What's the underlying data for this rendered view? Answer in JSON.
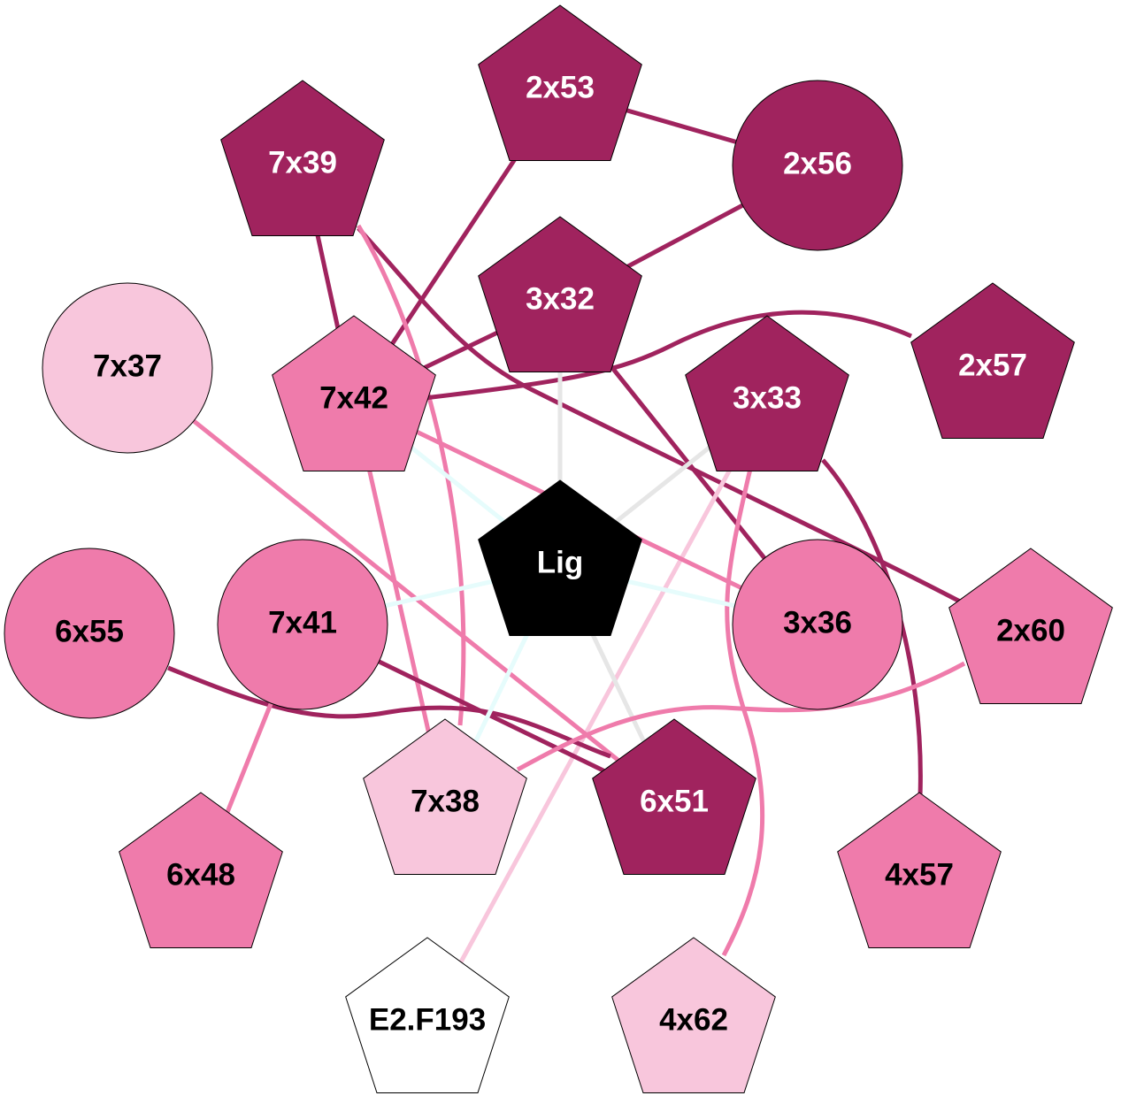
{
  "colors": {
    "dark": "#A0235E",
    "medium": "#EF7BAB",
    "light": "#F8C6DC",
    "white": "#FFFFFF",
    "ligand": "#000000",
    "cyan": "#E6FCFC",
    "gray": "#E6E6E6"
  },
  "nodes": [
    {
      "id": "2x53",
      "label": "2x53",
      "shape": "pentagon",
      "tone": "dark"
    },
    {
      "id": "7x39",
      "label": "7x39",
      "shape": "pentagon",
      "tone": "dark"
    },
    {
      "id": "2x56",
      "label": "2x56",
      "shape": "circle",
      "tone": "dark"
    },
    {
      "id": "3x32",
      "label": "3x32",
      "shape": "pentagon",
      "tone": "dark"
    },
    {
      "id": "7x37",
      "label": "7x37",
      "shape": "circle",
      "tone": "light"
    },
    {
      "id": "7x42",
      "label": "7x42",
      "shape": "pentagon",
      "tone": "medium"
    },
    {
      "id": "3x33",
      "label": "3x33",
      "shape": "pentagon",
      "tone": "dark"
    },
    {
      "id": "2x57",
      "label": "2x57",
      "shape": "pentagon",
      "tone": "dark"
    },
    {
      "id": "Lig",
      "label": "Lig",
      "shape": "pentagon",
      "tone": "ligand"
    },
    {
      "id": "6x55",
      "label": "6x55",
      "shape": "circle",
      "tone": "medium"
    },
    {
      "id": "7x41",
      "label": "7x41",
      "shape": "circle",
      "tone": "medium"
    },
    {
      "id": "3x36",
      "label": "3x36",
      "shape": "circle",
      "tone": "medium"
    },
    {
      "id": "2x60",
      "label": "2x60",
      "shape": "pentagon",
      "tone": "medium"
    },
    {
      "id": "7x38",
      "label": "7x38",
      "shape": "pentagon",
      "tone": "light"
    },
    {
      "id": "6x51",
      "label": "6x51",
      "shape": "pentagon",
      "tone": "dark"
    },
    {
      "id": "6x48",
      "label": "6x48",
      "shape": "pentagon",
      "tone": "medium"
    },
    {
      "id": "4x57",
      "label": "4x57",
      "shape": "pentagon",
      "tone": "medium"
    },
    {
      "id": "E2.F193",
      "label": "E2.F193",
      "shape": "pentagon",
      "tone": "white"
    },
    {
      "id": "4x62",
      "label": "4x62",
      "shape": "pentagon",
      "tone": "light"
    }
  ],
  "edges": [
    {
      "source": "2x53",
      "target": "2x56",
      "tone": "dark"
    },
    {
      "source": "2x56",
      "target": "3x32",
      "tone": "dark"
    },
    {
      "source": "2x53",
      "target": "7x42",
      "tone": "dark"
    },
    {
      "source": "7x39",
      "target": "7x42",
      "tone": "dark"
    },
    {
      "source": "7x39",
      "target": "2x60",
      "tone": "dark"
    },
    {
      "source": "7x39",
      "target": "7x38",
      "tone": "medium"
    },
    {
      "source": "3x32",
      "target": "7x42",
      "tone": "dark"
    },
    {
      "source": "7x42",
      "target": "2x57",
      "tone": "dark"
    },
    {
      "source": "3x32",
      "target": "3x36",
      "tone": "dark"
    },
    {
      "source": "3x32",
      "target": "Lig",
      "tone": "gray"
    },
    {
      "source": "3x33",
      "target": "4x57",
      "tone": "dark"
    },
    {
      "source": "3x33",
      "target": "Lig",
      "tone": "gray"
    },
    {
      "source": "3x33",
      "target": "4x62",
      "tone": "medium"
    },
    {
      "source": "3x33",
      "target": "E2.F193",
      "tone": "light"
    },
    {
      "source": "7x42",
      "target": "3x36",
      "tone": "medium"
    },
    {
      "source": "7x42",
      "target": "Lig",
      "tone": "cyan"
    },
    {
      "source": "7x42",
      "target": "7x38",
      "tone": "medium"
    },
    {
      "source": "7x37",
      "target": "6x51",
      "tone": "medium"
    },
    {
      "source": "6x55",
      "target": "6x51",
      "tone": "dark"
    },
    {
      "source": "7x41",
      "target": "6x51",
      "tone": "dark"
    },
    {
      "source": "7x41",
      "target": "6x48",
      "tone": "medium"
    },
    {
      "source": "7x41",
      "target": "Lig",
      "tone": "cyan"
    },
    {
      "source": "Lig",
      "target": "3x36",
      "tone": "cyan"
    },
    {
      "source": "Lig",
      "target": "7x38",
      "tone": "cyan"
    },
    {
      "source": "Lig",
      "target": "6x51",
      "tone": "gray"
    },
    {
      "source": "2x60",
      "target": "7x38",
      "tone": "medium"
    }
  ]
}
